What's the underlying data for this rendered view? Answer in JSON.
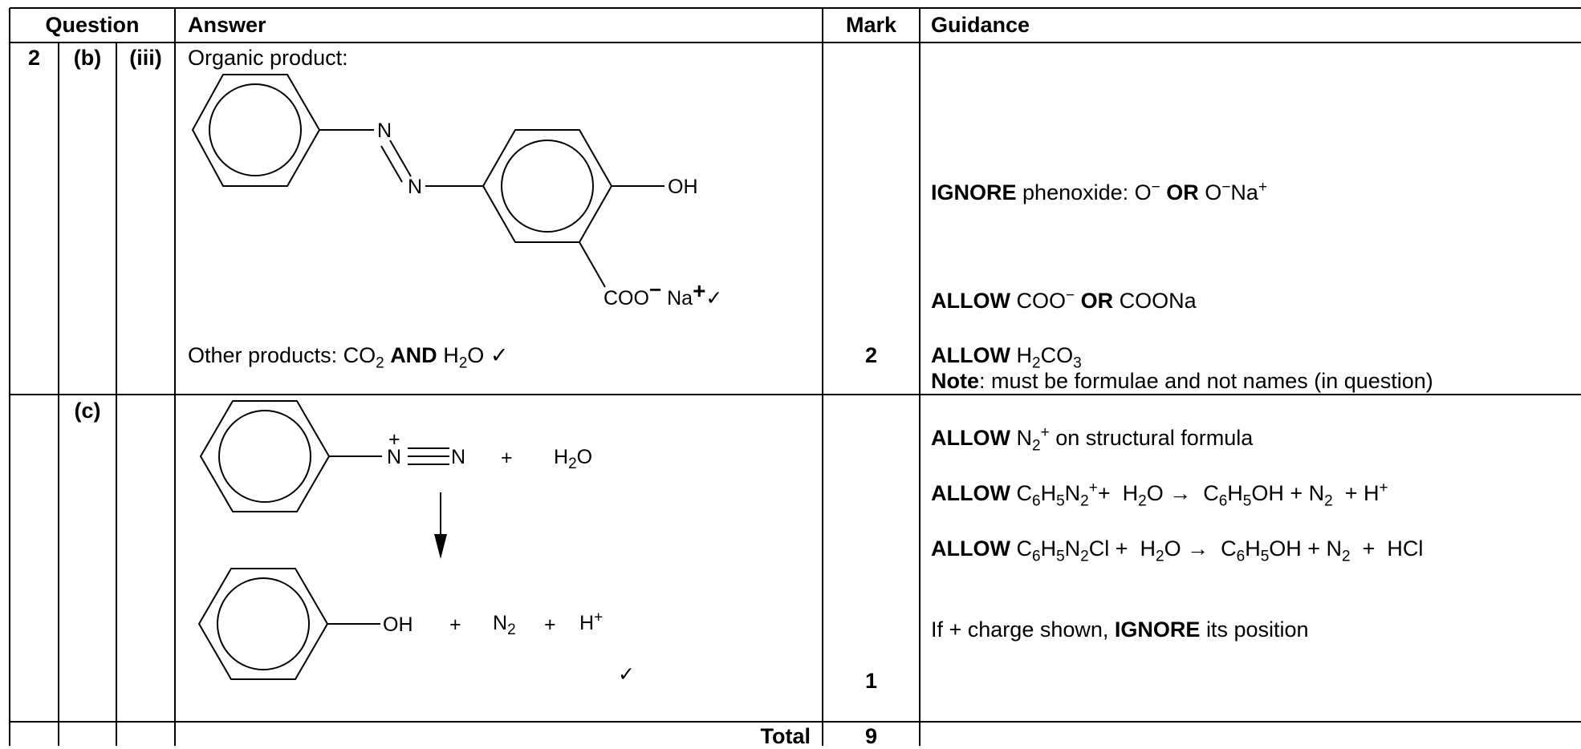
{
  "header": {
    "question": "Question",
    "answer": "Answer",
    "mark": "Mark",
    "guidance": "Guidance"
  },
  "row_b": {
    "q_num": "2",
    "q_part": "(b)",
    "q_sub": "(iii)",
    "organic_label": "Organic product:",
    "mol": {
      "n1": "N",
      "n2": "N",
      "oh": "OH",
      "coo": "COO",
      "minus": "−",
      "na": "Na",
      "plus": "+",
      "tick": "✓"
    },
    "other_products": {
      "prefix": "Other products: CO",
      "co2_sub": "2",
      "and": "AND",
      "h2o_h": "H",
      "h2o_sub": "2",
      "h2o_o": "O",
      "tick": "✓"
    },
    "mark": "2",
    "guidance": {
      "g1_bold": "IGNORE",
      "g1_text": "phenoxide: O",
      "g1_sup1": "−",
      "g1_or": "OR",
      "g1_text2": "O",
      "g1_sup2": "−",
      "g1_text3": "Na",
      "g1_sup3": "+",
      "g2_bold": "ALLOW",
      "g2_text": "COO",
      "g2_sup": "−",
      "g2_or": "OR",
      "g2_text2": "COONa",
      "g3_bold": "ALLOW",
      "g3_h": "H",
      "g3_sub1": "2",
      "g3_co": "CO",
      "g3_sub2": "3",
      "g4_bold": "Note",
      "g4_text": ": must be formulae and not names (in question)"
    }
  },
  "row_c": {
    "q_part": "(c)",
    "eq": {
      "plus_charge": "+",
      "n_plus": "N",
      "n_end": "N",
      "plus1": "+",
      "h2o_h": "H",
      "h2o_sub": "2",
      "h2o_o": "O",
      "oh": "OH",
      "plus2": "+",
      "n2_n": "N",
      "n2_sub": "2",
      "plus3": "+",
      "h": "H",
      "h_sup": "+",
      "tick": "✓"
    },
    "mark": "1",
    "guidance": {
      "g1_bold": "ALLOW",
      "g1_n": "N",
      "g1_sub": "2",
      "g1_sup": "+",
      "g1_text": "on structural formula",
      "g2_bold": "ALLOW",
      "g2_eq": [
        "C",
        "6",
        "H",
        "5",
        "N",
        "2",
        "+",
        "+  H",
        "2",
        "O →  C",
        "6",
        "H",
        "5",
        "OH + N",
        "2",
        "  + H",
        "+"
      ],
      "g3_bold": "ALLOW",
      "g3_eq": [
        "C",
        "6",
        "H",
        "5",
        "N",
        "2",
        "Cl +  H",
        "2",
        "O →  C",
        "6",
        "H",
        "5",
        "OH + N",
        "2",
        "  +  HCl"
      ],
      "g4_text1": "If + charge shown,",
      "g4_bold": "IGNORE",
      "g4_text2": "its position"
    }
  },
  "total": {
    "label": "Total",
    "mark": "9"
  }
}
